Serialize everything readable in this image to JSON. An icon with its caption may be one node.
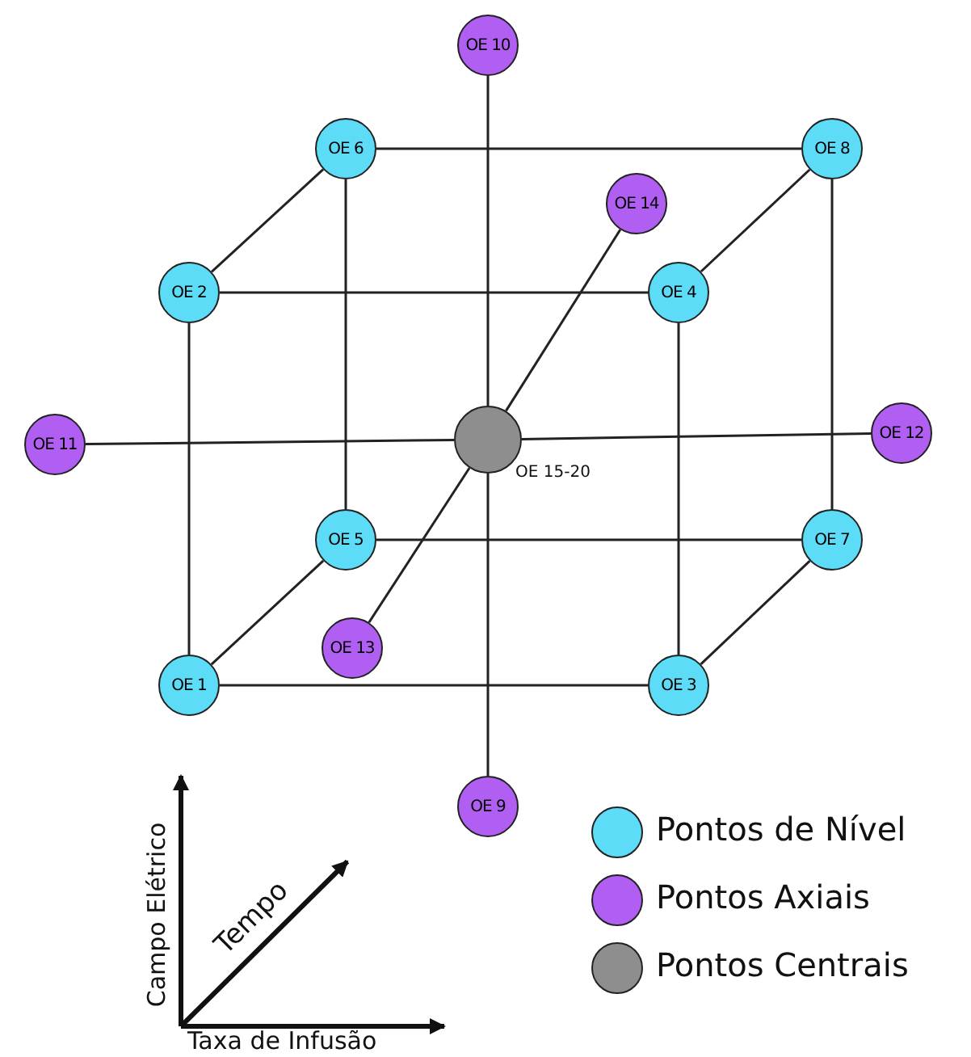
{
  "diagram": {
    "nodes": [
      {
        "text": [
          "OE 10"
        ]
      },
      {
        "text": [
          "OE 6"
        ]
      },
      {
        "text": [
          "OE 8"
        ]
      },
      {
        "text": [
          "OE 14"
        ]
      },
      {
        "text": [
          "OE 2"
        ]
      },
      {
        "text": [
          "OE 4"
        ]
      },
      {
        "text": [
          "OE 11"
        ]
      },
      {
        "text": [],
        "shape": "circle",
        "beside": [
          "OE 15-20"
        ]
      },
      {
        "text": [
          "OE 12"
        ]
      },
      {
        "text": [
          "OE 5"
        ]
      },
      {
        "text": [
          "OE 7"
        ]
      },
      {
        "text": [
          "OE 13"
        ]
      },
      {
        "text": [
          "OE 1"
        ]
      },
      {
        "text": [
          "OE 3"
        ]
      },
      {
        "text": [
          "OE 9"
        ]
      }
    ],
    "edges": [
      {
        "from": 1,
        "to": 2,
        "arrow": "none"
      },
      {
        "from": 1,
        "to": 4,
        "arrow": "none"
      },
      {
        "from": 2,
        "to": 5,
        "arrow": "none"
      },
      {
        "from": 4,
        "to": 5,
        "arrow": "none"
      },
      {
        "from": 1,
        "to": 9,
        "arrow": "none"
      },
      {
        "from": 2,
        "to": 10,
        "arrow": "none"
      },
      {
        "from": 4,
        "to": 12,
        "arrow": "none"
      },
      {
        "from": 5,
        "to": 13,
        "arrow": "none"
      },
      {
        "from": 9,
        "to": 10,
        "arrow": "none"
      },
      {
        "from": 9,
        "to": 12,
        "arrow": "none"
      },
      {
        "from": 10,
        "to": 13,
        "arrow": "none"
      },
      {
        "from": 12,
        "to": 13,
        "arrow": "none"
      },
      {
        "from": 0,
        "to": 7,
        "arrow": "none"
      },
      {
        "from": 7,
        "to": 14,
        "arrow": "none"
      },
      {
        "from": 6,
        "to": 7,
        "arrow": "none"
      },
      {
        "from": 7,
        "to": 8,
        "arrow": "none"
      },
      {
        "from": 3,
        "to": 7,
        "arrow": "none"
      },
      {
        "from": 7,
        "to": 11,
        "arrow": "none"
      }
    ],
    "labels": [
      "Campo Elétrico",
      "Tempo",
      "Taxa de Infusão"
    ],
    "legend": [
      {
        "text": "Pontos de Nível",
        "color": "#5ddcf7"
      },
      {
        "text": "Pontos Axiais",
        "color": "#b15ff2"
      },
      {
        "text": "Pontos Centrais",
        "color": "#8e8e8e"
      }
    ]
  }
}
